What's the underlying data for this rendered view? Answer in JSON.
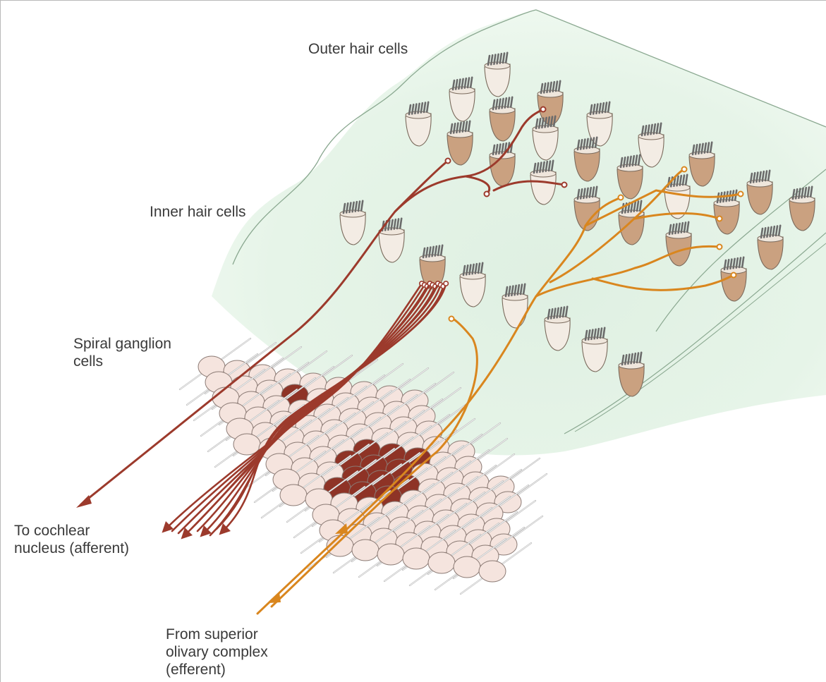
{
  "labels": {
    "outer_hair_cells": "Outer hair cells",
    "inner_hair_cells": "Inner hair cells",
    "spiral_ganglion_cells": "Spiral ganglion\ncells",
    "to_cochlear_nucleus": "To cochlear\nnucleus (afferent)",
    "from_superior_olivary": "From superior\nolivary complex\n(efferent)"
  },
  "colors": {
    "membrane": "#e8f5ea",
    "membrane_edge": "#8aa890",
    "afferent_fiber": "#9c3a2c",
    "efferent_fiber": "#d9861e",
    "ganglion_cell": "#f5e4de",
    "ganglion_cell_active": "#8e3326",
    "hair_cell_light": "#f3ece4",
    "hair_cell_tan": "#caa180",
    "stereocilia": "#6b6b6b"
  }
}
